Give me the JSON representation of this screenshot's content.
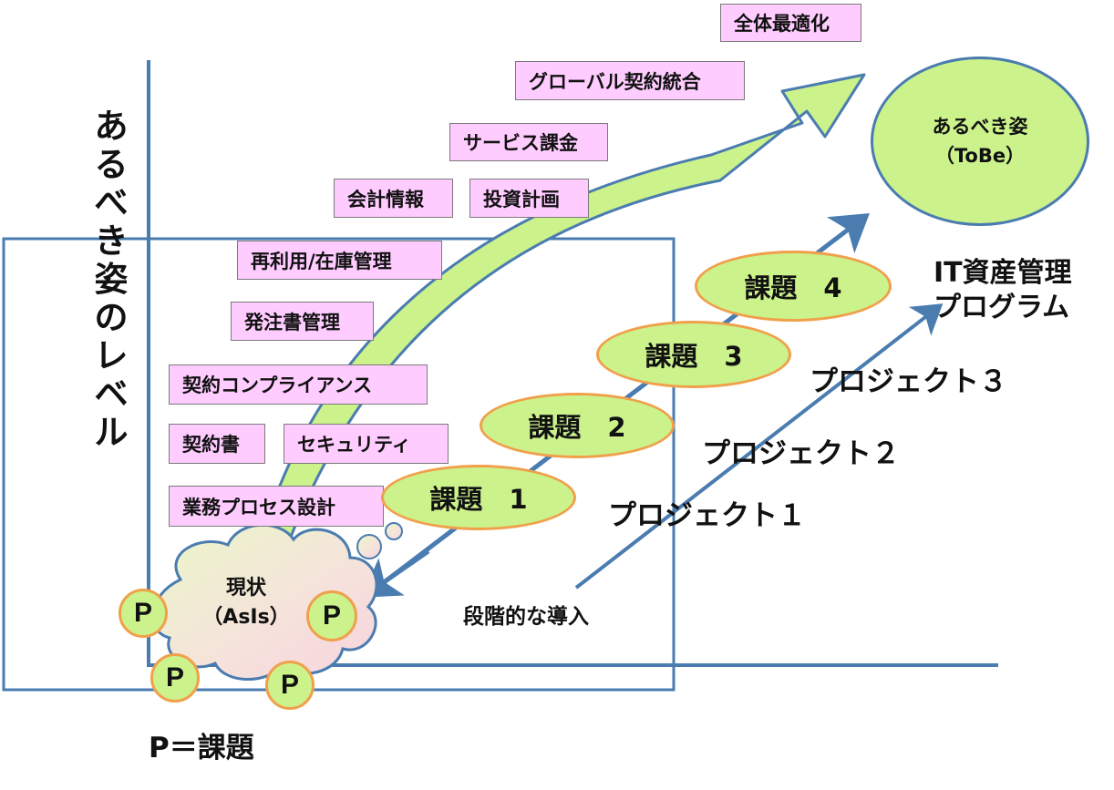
{
  "vertical_label": "あるべき姿のレベル",
  "tobe": {
    "line1": "あるべき姿",
    "line2": "（ToBe）"
  },
  "asis": {
    "line1": "現状",
    "line2": "（AsIs）"
  },
  "program_label": {
    "line1": "IT資産管理",
    "line2": "プログラム"
  },
  "boxes": [
    "全体最適化",
    "グローバル契約統合",
    "サービス課金",
    "会計情報",
    "投資計画",
    "再利用/在庫管理",
    "発注書管理",
    "契約コンプライアンス",
    "契約書",
    "セキュリティ",
    "業務プロセス設計"
  ],
  "issues": [
    "課題　1",
    "課題　2",
    "課題　3",
    "課題　4"
  ],
  "projects": [
    "プロジェクト１",
    "プロジェクト２",
    "プロジェクト３"
  ],
  "phased_intro": "段階的な導入",
  "p_marker": "P",
  "legend": "P＝課題",
  "colors": {
    "box_fill": "#ffccff",
    "ellipse_fill": "#ccf28c",
    "ellipse_border": "#f0a04b",
    "line_blue": "#4a7cb0",
    "cloud_fill": "#f3e6d0"
  }
}
